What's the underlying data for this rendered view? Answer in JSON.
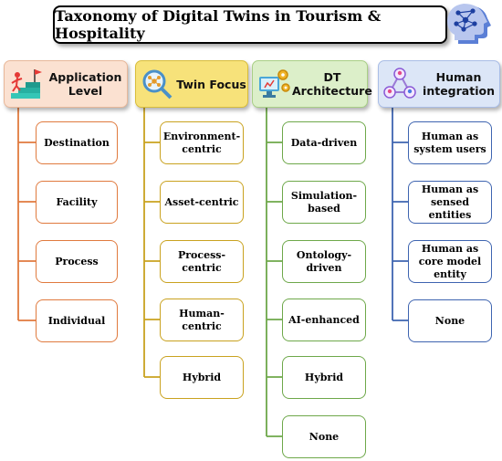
{
  "title": "Taxonomy of Digital Twins in Tourism & Hospitality",
  "logo_icon": "brain-network-icon",
  "colors": {
    "application": "#e07a3e",
    "twin": "#c9a21f",
    "architecture": "#6ea84a",
    "human": "#3e64b0"
  },
  "columns": [
    {
      "id": "application",
      "header_line1": "Application",
      "header_line2": "Level",
      "icon": "stairs-goal-icon",
      "items": [
        "Destination",
        "Facility",
        "Process",
        "Individual"
      ]
    },
    {
      "id": "twin",
      "header_line1": "Twin Focus",
      "header_line2": "",
      "icon": "magnifier-network-icon",
      "items": [
        "Environment-centric",
        "Asset-centric",
        "Process-centric",
        "Human-centric",
        "Hybrid"
      ]
    },
    {
      "id": "architecture",
      "header_line1": "DT",
      "header_line2": "Architecture",
      "icon": "computer-gears-icon",
      "items": [
        "Data-driven",
        "Simulation-based",
        "Ontology-driven",
        "AI-enhanced",
        "Hybrid",
        "None"
      ]
    },
    {
      "id": "human",
      "header_line1": "Human",
      "header_line2": "integration",
      "icon": "people-network-icon",
      "items": [
        "Human as system users",
        "Human as sensed entities",
        "Human as core model entity",
        "None"
      ]
    }
  ]
}
